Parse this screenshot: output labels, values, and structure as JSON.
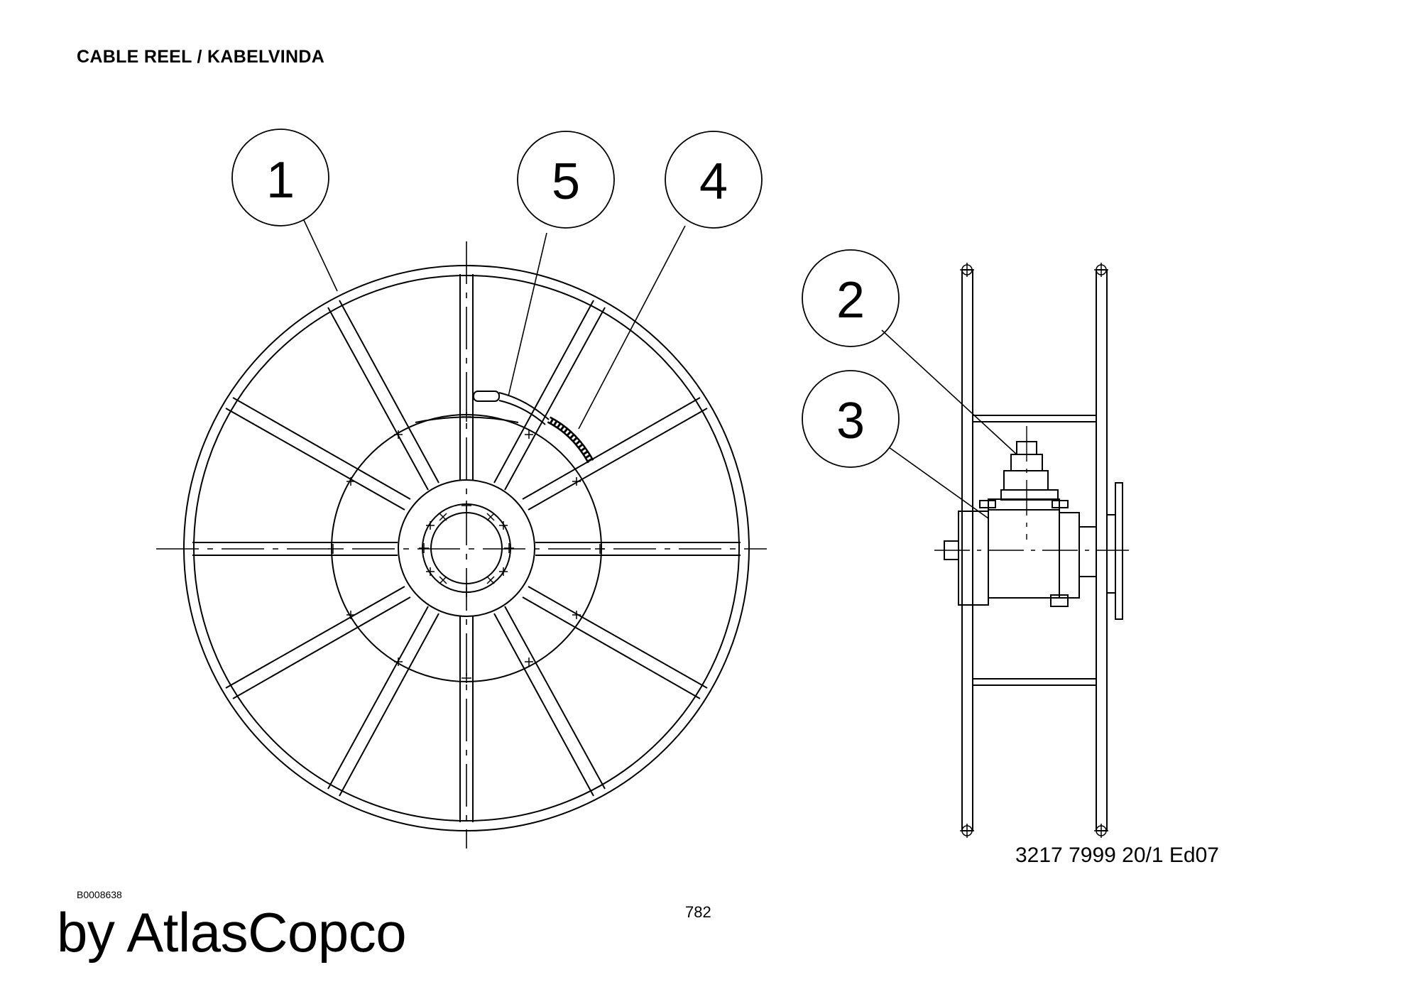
{
  "header": {
    "title": "CABLE REEL / KABELVINDA"
  },
  "callouts": {
    "front": [
      "1",
      "5",
      "4"
    ],
    "side": [
      "2",
      "3"
    ]
  },
  "footer": {
    "part_number": "3217 7999 20/1  Ed07",
    "drawing_number": "B0008638",
    "page_number": "782",
    "brand": "by AtlasCopco"
  }
}
